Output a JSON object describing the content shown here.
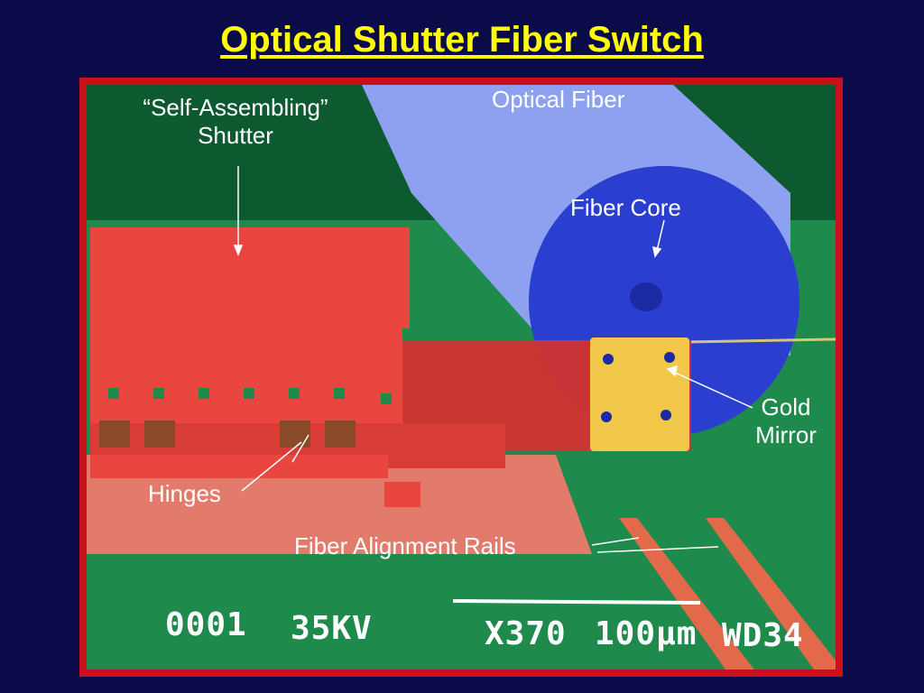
{
  "slide": {
    "title": "Optical Shutter Fiber Switch"
  },
  "labels": {
    "shutter_line1": "“Self-Assembling”",
    "shutter_line2": "Shutter",
    "optical_fiber": "Optical Fiber",
    "fiber_core": "Fiber Core",
    "gold_line1": "Gold",
    "gold_line2": "Mirror",
    "hinges": "Hinges",
    "rails": "Fiber Alignment Rails"
  },
  "sem_readout": {
    "frame": "0001",
    "voltage": "35KV",
    "magnification": "X370",
    "scale": "100µm",
    "working_distance": "WD34"
  },
  "colors": {
    "background": "#0b0b4a",
    "title": "#ffff00",
    "frame": "#c8101a",
    "substrate": "#1e8a4c",
    "shutter": "#e8463e",
    "fiber": "#6f86e8",
    "fiber_core": "#2a3fd0",
    "mirror": "#f1c84a"
  }
}
